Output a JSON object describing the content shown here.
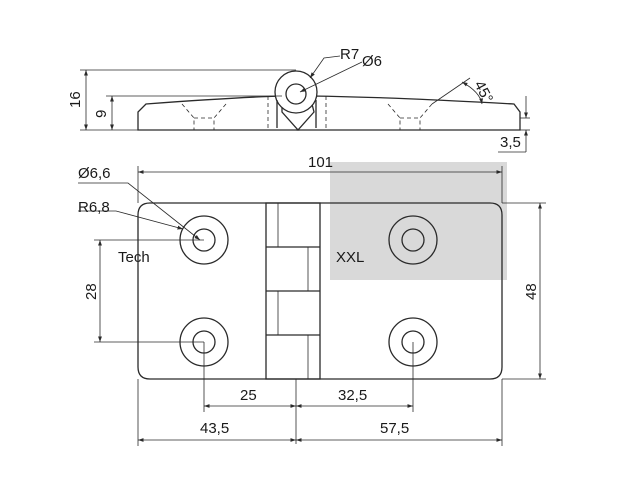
{
  "watermark": {
    "part1": "Tech",
    "part2": "XXL"
  },
  "side_view": {
    "dim_height_total": "16",
    "dim_height_plate": "9",
    "dim_radius": "R7",
    "dim_pin_diameter": "Ø6",
    "dim_chamfer_angle": "45°",
    "dim_thickness": "3,5"
  },
  "top_view": {
    "dim_overall_width": "101",
    "dim_hole_diameter": "Ø6,6",
    "dim_counterbore_radius": "R6,8",
    "dim_hole_spacing_vertical": "28",
    "dim_overall_height": "48",
    "dim_hole_to_knuckle_left": "25",
    "dim_hole_to_knuckle_right": "32,5",
    "dim_leaf_left": "43,5",
    "dim_leaf_right": "57,5"
  },
  "colors": {
    "line": "#2a2a2a",
    "watermark_grey": "#d9d9d9",
    "background": "#ffffff"
  }
}
